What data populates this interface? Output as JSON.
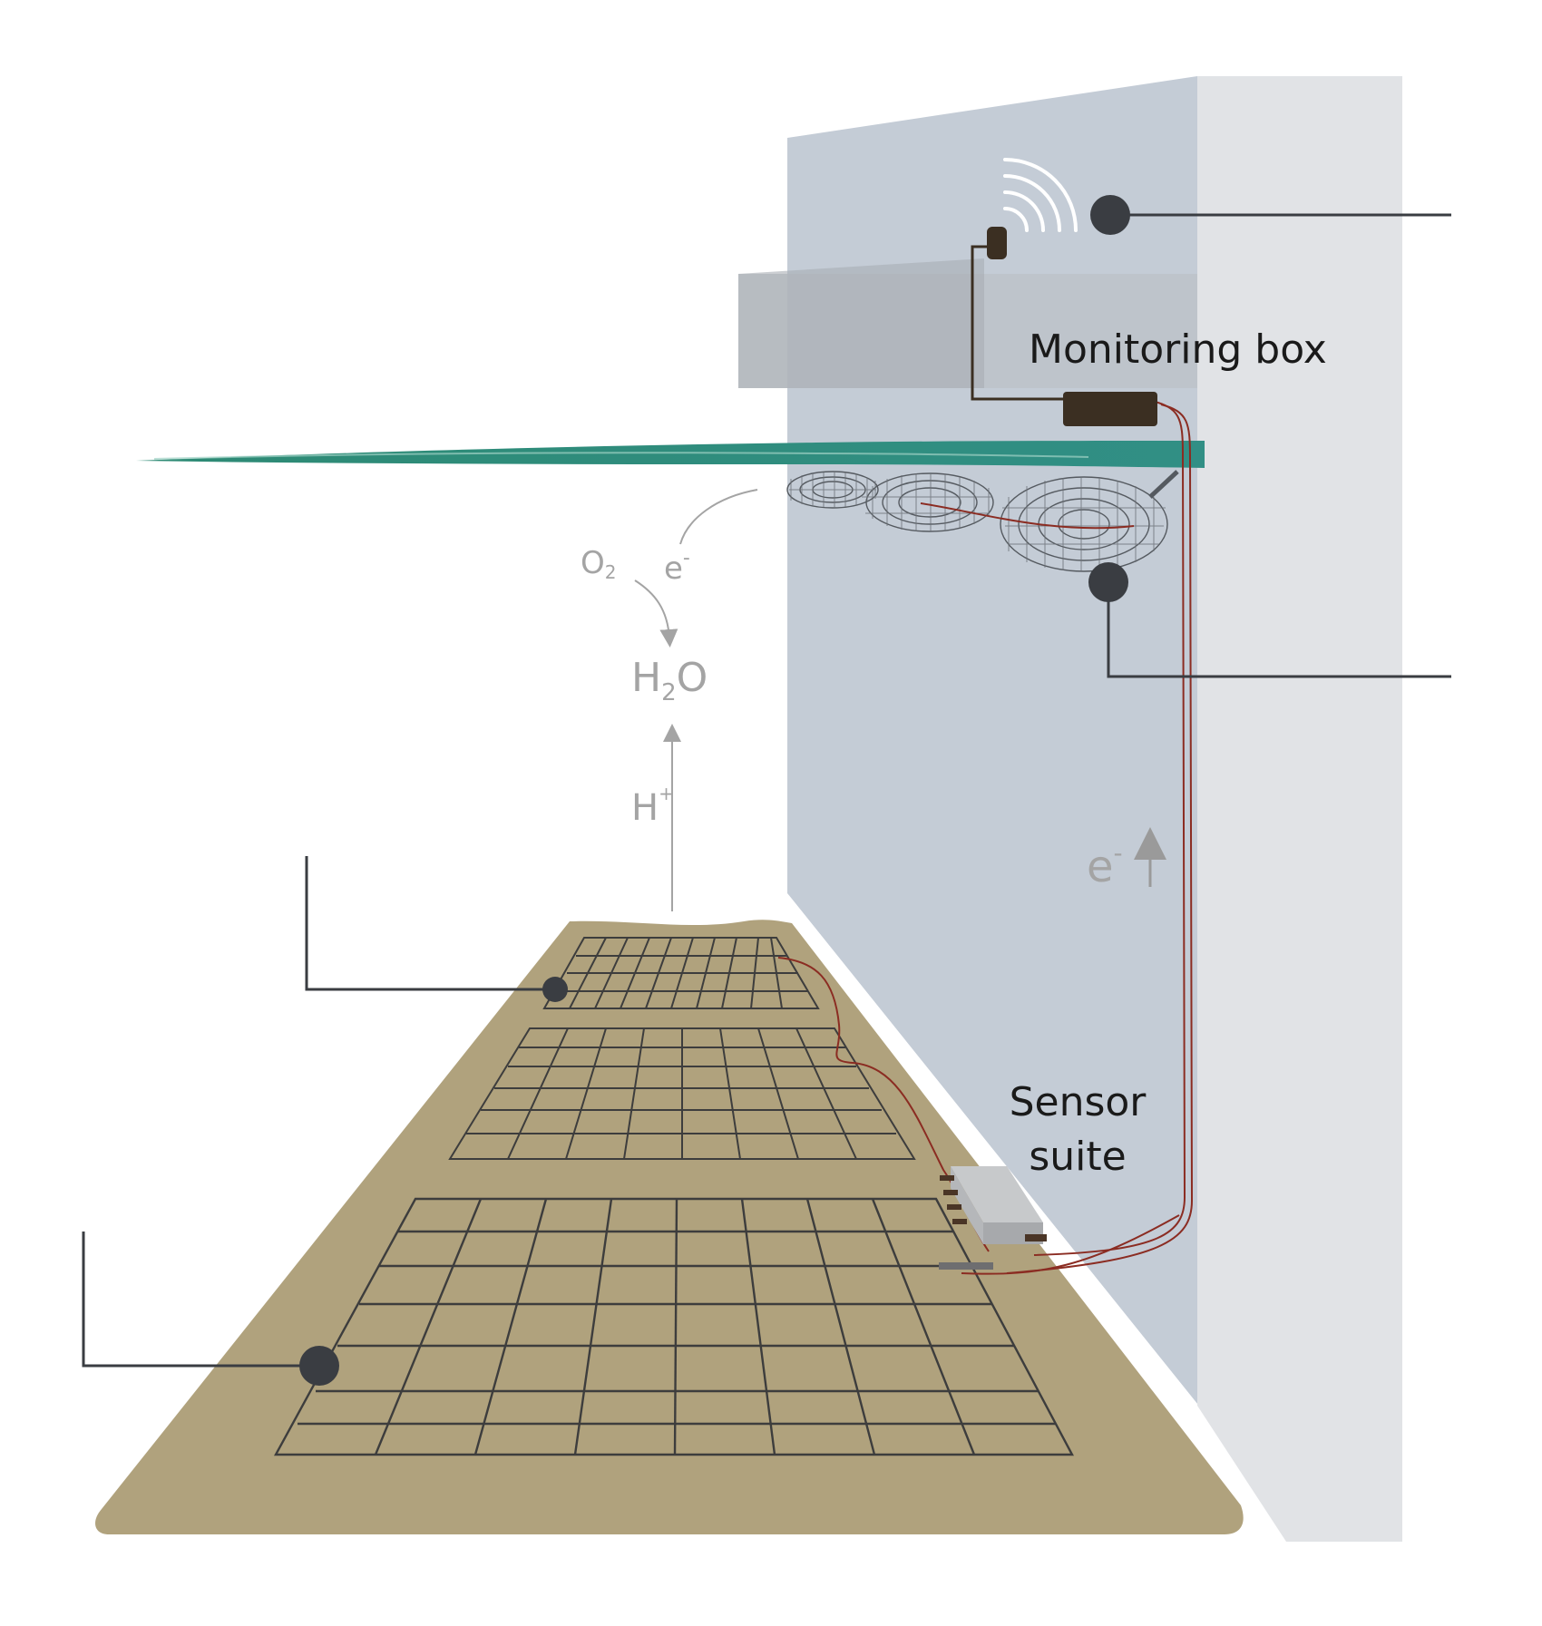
{
  "labels": {
    "monitoring_box": "Monitoring box",
    "sensor_line1": "Sensor",
    "sensor_line2": "suite"
  },
  "chemistry": {
    "oxygen": "O",
    "oxygen_sub": "2",
    "electron_top": "e",
    "electron_top_sup": "-",
    "water_h": "H",
    "water_sub": "2",
    "water_o": "O",
    "proton": "H",
    "proton_sup": "+",
    "electron_wall": "e",
    "electron_wall_sup": "-"
  },
  "colors": {
    "wall_front": "#c4ccd6",
    "wall_side": "#e1e3e6",
    "sediment": "#b0a27d",
    "water_surface": "#2f8a78",
    "monitoring_box": "#3b2f22",
    "wire": "#8b2c22",
    "callout": "#3a3d42",
    "chem_text": "#a4a4a4"
  },
  "icons": [
    "wifi-signal-icon"
  ]
}
